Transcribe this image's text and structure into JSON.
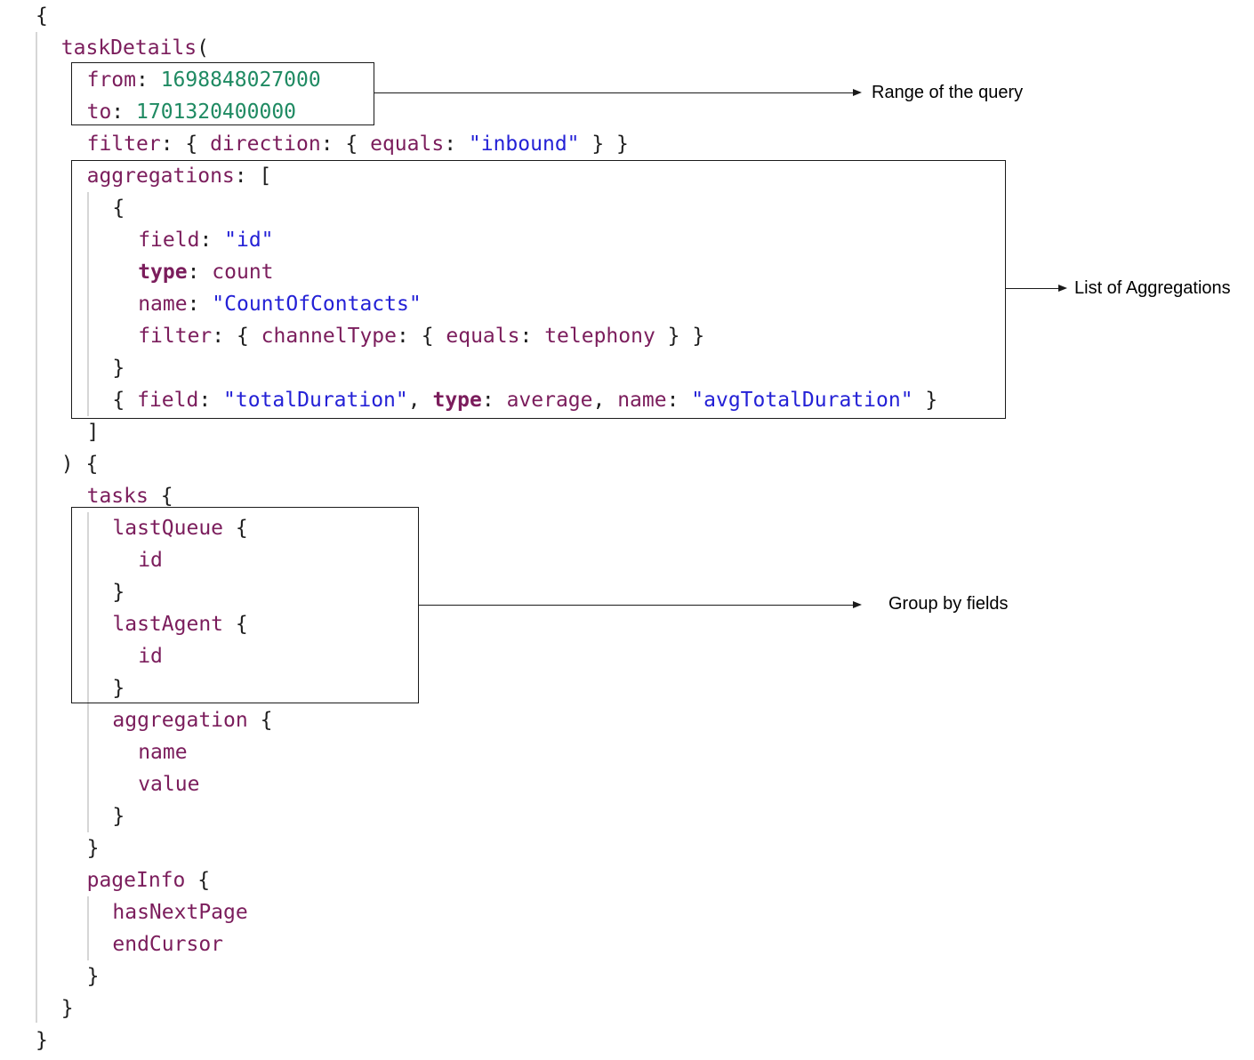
{
  "code_lines": [
    {
      "indent": 0,
      "tokens": [
        {
          "t": "{",
          "c": "p"
        }
      ]
    },
    {
      "indent": 1,
      "tokens": [
        {
          "t": "taskDetails",
          "c": "f"
        },
        {
          "t": "(",
          "c": "p"
        }
      ]
    },
    {
      "indent": 2,
      "tokens": [
        {
          "t": "from",
          "c": "f"
        },
        {
          "t": ": ",
          "c": "p"
        },
        {
          "t": "1698848027000",
          "c": "n"
        }
      ]
    },
    {
      "indent": 2,
      "tokens": [
        {
          "t": "to",
          "c": "f"
        },
        {
          "t": ": ",
          "c": "p"
        },
        {
          "t": "1701320400000",
          "c": "n"
        }
      ]
    },
    {
      "indent": 2,
      "tokens": [
        {
          "t": "filter",
          "c": "f"
        },
        {
          "t": ": { ",
          "c": "p"
        },
        {
          "t": "direction",
          "c": "f"
        },
        {
          "t": ": { ",
          "c": "p"
        },
        {
          "t": "equals",
          "c": "f"
        },
        {
          "t": ": ",
          "c": "p"
        },
        {
          "t": "\"inbound\"",
          "c": "s"
        },
        {
          "t": " } }",
          "c": "p"
        }
      ]
    },
    {
      "indent": 2,
      "tokens": [
        {
          "t": "aggregations",
          "c": "f"
        },
        {
          "t": ": [",
          "c": "p"
        }
      ]
    },
    {
      "indent": 3,
      "tokens": [
        {
          "t": "{",
          "c": "p"
        }
      ]
    },
    {
      "indent": 4,
      "tokens": [
        {
          "t": "field",
          "c": "f"
        },
        {
          "t": ": ",
          "c": "p"
        },
        {
          "t": "\"id\"",
          "c": "s"
        }
      ]
    },
    {
      "indent": 4,
      "tokens": [
        {
          "t": "type",
          "c": "k"
        },
        {
          "t": ": ",
          "c": "p"
        },
        {
          "t": "count",
          "c": "e"
        }
      ]
    },
    {
      "indent": 4,
      "tokens": [
        {
          "t": "name",
          "c": "f"
        },
        {
          "t": ": ",
          "c": "p"
        },
        {
          "t": "\"CountOfContacts\"",
          "c": "s"
        }
      ]
    },
    {
      "indent": 4,
      "tokens": [
        {
          "t": "filter",
          "c": "f"
        },
        {
          "t": ": { ",
          "c": "p"
        },
        {
          "t": "channelType",
          "c": "f"
        },
        {
          "t": ": { ",
          "c": "p"
        },
        {
          "t": "equals",
          "c": "f"
        },
        {
          "t": ": ",
          "c": "p"
        },
        {
          "t": "telephony",
          "c": "e"
        },
        {
          "t": " } }",
          "c": "p"
        }
      ]
    },
    {
      "indent": 3,
      "tokens": [
        {
          "t": "}",
          "c": "p"
        }
      ]
    },
    {
      "indent": 3,
      "tokens": [
        {
          "t": "{ ",
          "c": "p"
        },
        {
          "t": "field",
          "c": "f"
        },
        {
          "t": ": ",
          "c": "p"
        },
        {
          "t": "\"totalDuration\"",
          "c": "s"
        },
        {
          "t": ", ",
          "c": "p"
        },
        {
          "t": "type",
          "c": "k"
        },
        {
          "t": ": ",
          "c": "p"
        },
        {
          "t": "average",
          "c": "e"
        },
        {
          "t": ", ",
          "c": "p"
        },
        {
          "t": "name",
          "c": "f"
        },
        {
          "t": ": ",
          "c": "p"
        },
        {
          "t": "\"avgTotalDuration\"",
          "c": "s"
        },
        {
          "t": " }",
          "c": "p"
        }
      ]
    },
    {
      "indent": 2,
      "tokens": [
        {
          "t": "]",
          "c": "p"
        }
      ]
    },
    {
      "indent": 1,
      "tokens": [
        {
          "t": ") {",
          "c": "p"
        }
      ]
    },
    {
      "indent": 2,
      "tokens": [
        {
          "t": "tasks",
          "c": "f"
        },
        {
          "t": " {",
          "c": "p"
        }
      ]
    },
    {
      "indent": 3,
      "tokens": [
        {
          "t": "lastQueue",
          "c": "f"
        },
        {
          "t": " {",
          "c": "p"
        }
      ]
    },
    {
      "indent": 4,
      "tokens": [
        {
          "t": "id",
          "c": "f"
        }
      ]
    },
    {
      "indent": 3,
      "tokens": [
        {
          "t": "}",
          "c": "p"
        }
      ]
    },
    {
      "indent": 3,
      "tokens": [
        {
          "t": "lastAgent",
          "c": "f"
        },
        {
          "t": " {",
          "c": "p"
        }
      ]
    },
    {
      "indent": 4,
      "tokens": [
        {
          "t": "id",
          "c": "f"
        }
      ]
    },
    {
      "indent": 3,
      "tokens": [
        {
          "t": "}",
          "c": "p"
        }
      ]
    },
    {
      "indent": 3,
      "tokens": [
        {
          "t": "aggregation",
          "c": "f"
        },
        {
          "t": " {",
          "c": "p"
        }
      ]
    },
    {
      "indent": 4,
      "tokens": [
        {
          "t": "name",
          "c": "f"
        }
      ]
    },
    {
      "indent": 4,
      "tokens": [
        {
          "t": "value",
          "c": "f"
        }
      ]
    },
    {
      "indent": 3,
      "tokens": [
        {
          "t": "}",
          "c": "p"
        }
      ]
    },
    {
      "indent": 2,
      "tokens": [
        {
          "t": "}",
          "c": "p"
        }
      ]
    },
    {
      "indent": 2,
      "tokens": [
        {
          "t": "pageInfo",
          "c": "f"
        },
        {
          "t": " {",
          "c": "p"
        }
      ]
    },
    {
      "indent": 3,
      "tokens": [
        {
          "t": "hasNextPage",
          "c": "f"
        }
      ]
    },
    {
      "indent": 3,
      "tokens": [
        {
          "t": "endCursor",
          "c": "f"
        }
      ]
    },
    {
      "indent": 2,
      "tokens": [
        {
          "t": "}",
          "c": "p"
        }
      ]
    },
    {
      "indent": 1,
      "tokens": [
        {
          "t": "}",
          "c": "p"
        }
      ]
    },
    {
      "indent": 0,
      "tokens": [
        {
          "t": "}",
          "c": "p"
        }
      ]
    }
  ],
  "annotations": {
    "range": "Range of the query",
    "aggregations": "List of Aggregations",
    "group_by": "Group by fields"
  },
  "colors": {
    "field": "#7b1d5c",
    "number": "#1f8a62",
    "string": "#2421d6",
    "punctuation": "#1e1e1e",
    "guide": "#d6d6d6",
    "box": "#1a1a1a"
  }
}
